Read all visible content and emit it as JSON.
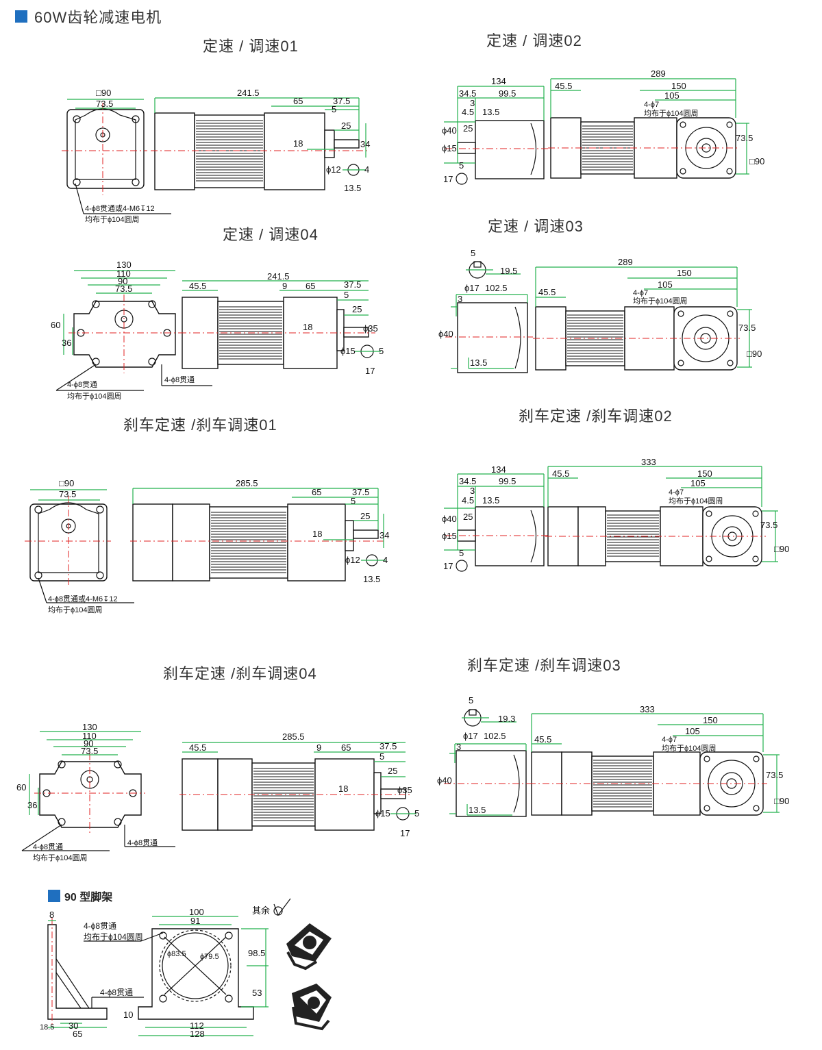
{
  "header": {
    "title": "60W齿轮减速电机"
  },
  "titles": {
    "t01": "定速 / 调速01",
    "t02": "定速 / 调速02",
    "t04": "定速 / 调速04",
    "t03": "定速 / 调速03",
    "b01": "刹车定速 /刹车调速01",
    "b02": "刹车定速 /刹车调速02",
    "b04": "刹车定速 /刹车调速04",
    "b03": "刹车定速 /刹车调速03"
  },
  "bracket": {
    "title": "90 型脚架"
  },
  "d01": {
    "sq": "□90",
    "w735": "73.5",
    "len": "241.5",
    "l65": "65",
    "l375": "37.5",
    "l5": "5",
    "l25": "25",
    "l18": "18",
    "l34": "34",
    "shaft": "ϕ12",
    "key": "4",
    "h135": "13.5",
    "note1": "4-ϕ8贯通或4-M6↧12",
    "note2": "均布于ϕ104圆周"
  },
  "d02": {
    "d289": "289",
    "d134": "134",
    "d455": "45.5",
    "d150": "150",
    "d345": "34.5",
    "d995": "99.5",
    "d105": "105",
    "d3": "3",
    "d45": "4.5",
    "d135": "13.5",
    "hole": "4-ϕ7",
    "circ": "均布于ϕ104圆周",
    "d40": "ϕ40",
    "d25": "25",
    "d15": "ϕ15",
    "d735": "73.5",
    "sq": "□90",
    "d5": "5",
    "d17": "17"
  },
  "d04": {
    "d130": "130",
    "d110": "110",
    "d90": "90",
    "d735": "73.5",
    "d60": "60",
    "d36": "36",
    "len": "241.5",
    "d455": "45.5",
    "d9": "9",
    "d65": "65",
    "d375": "37.5",
    "d5": "5",
    "d25": "25",
    "d18": "18",
    "d35": "ϕ35",
    "d15": "ϕ15",
    "key": "5",
    "d17": "17",
    "n1": "4-ϕ8贯通",
    "n2": "均布于ϕ104圆周",
    "n3": "4-ϕ8贯通"
  },
  "d03": {
    "d5": "5",
    "d195": "19.5",
    "d17": "ϕ17",
    "d1025": "102.5",
    "d3": "3",
    "d40": "ϕ40",
    "d135": "13.5",
    "d289": "289",
    "d150": "150",
    "d455": "45.5",
    "d105": "105",
    "hole": "4-ϕ7",
    "circ": "均布于ϕ104圆周",
    "d735": "73.5",
    "sq": "□90"
  },
  "b01": {
    "sq": "□90",
    "w735": "73.5",
    "len": "285.5",
    "l65": "65",
    "l375": "37.5",
    "l5": "5",
    "l25": "25",
    "l18": "18",
    "l34": "34",
    "shaft": "ϕ12",
    "key": "4",
    "h135": "13.5",
    "note1": "4-ϕ8贯通或4-M6↧12",
    "note2": "均布于ϕ104圆周"
  },
  "b02": {
    "d333": "333",
    "d134": "134",
    "d455": "45.5",
    "d150": "150",
    "d345": "34.5",
    "d995": "99.5",
    "d105": "105",
    "d3": "3",
    "d45": "4.5",
    "d135": "13.5",
    "hole": "4-ϕ7",
    "circ": "均布于ϕ104圆周",
    "d40": "ϕ40",
    "d25": "25",
    "d15": "ϕ15",
    "d735": "73.5",
    "sq": "□90",
    "d5": "5",
    "d17": "17"
  },
  "b04": {
    "d130": "130",
    "d110": "110",
    "d90": "90",
    "d735": "73.5",
    "d60": "60",
    "d36": "36",
    "len": "285.5",
    "d455": "45.5",
    "d9": "9",
    "d65": "65",
    "d375": "37.5",
    "d5": "5",
    "d25": "25",
    "d18": "18",
    "d35": "ϕ35",
    "d15": "ϕ15",
    "key": "5",
    "d17": "17",
    "n1": "4-ϕ8贯通",
    "n2": "均布于ϕ104圆周",
    "n3": "4-ϕ8贯通"
  },
  "b03": {
    "d5": "5",
    "d193": "19.3",
    "d17": "ϕ17",
    "d1025": "102.5",
    "d3": "3",
    "d40": "ϕ40",
    "d135": "13.5",
    "d333": "333",
    "d150": "150",
    "d455": "45.5",
    "d105": "105",
    "hole": "4-ϕ7",
    "circ": "均布于ϕ104圆周",
    "d735": "73.5",
    "sq": "□90"
  },
  "br": {
    "d8": "8",
    "n1": "4-ϕ8贯通",
    "n2": "均布于ϕ104圆周",
    "d100": "100",
    "d91": "91",
    "rest": "其余",
    "d835": "ϕ83.5",
    "d795": "ϕ79.5",
    "d985": "98.5",
    "d53": "53",
    "n3": "4-ϕ8贯通",
    "d10": "10",
    "d185": "18.5",
    "d30": "30",
    "d65": "65",
    "d112": "112",
    "d128": "128"
  }
}
